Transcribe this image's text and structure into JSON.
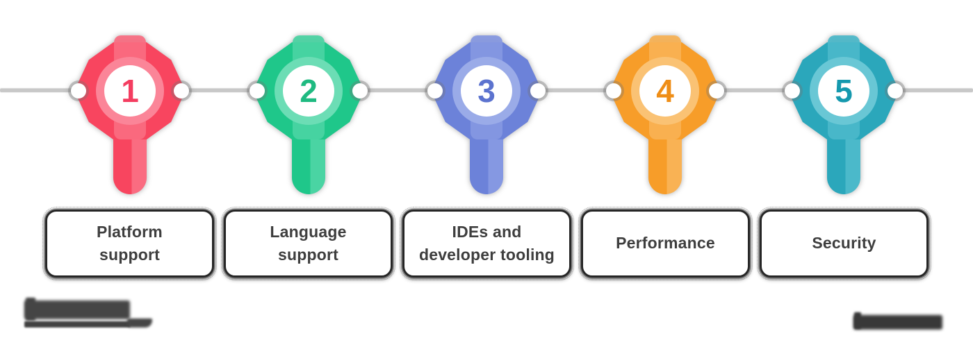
{
  "diagram": {
    "type": "timeline-steps",
    "line_color": "#c8c8c8",
    "dot_color": "#ffffff",
    "card_style": {
      "background": "#ffffff",
      "border_color": "#262626",
      "text_color": "#3e3e3e"
    },
    "steps": [
      {
        "number": "1",
        "label": "Platform\nsupport",
        "color": "#F8455F",
        "color_light": "#FA6C81",
        "color_ring": "#FB8598",
        "number_color": "#F43D60"
      },
      {
        "number": "2",
        "label": "Language\nsupport",
        "color": "#1FC78A",
        "color_light": "#4AD4A3",
        "color_ring": "#6CDDB5",
        "number_color": "#1FBA81"
      },
      {
        "number": "3",
        "label": "IDEs and\ndeveloper tooling",
        "color": "#6C82D9",
        "color_light": "#8598E2",
        "color_ring": "#9AABE8",
        "number_color": "#5C73CF"
      },
      {
        "number": "4",
        "label": "Performance",
        "color": "#F79D29",
        "color_light": "#F9B254",
        "color_ring": "#FAC274",
        "number_color": "#EF8E17"
      },
      {
        "number": "5",
        "label": "Security",
        "color": "#2BA7BB",
        "color_light": "#4BB9CA",
        "color_ring": "#69C7D5",
        "number_color": "#1599AE"
      }
    ],
    "marker_centers_x": [
      187,
      444,
      700,
      957,
      1214
    ],
    "footer": {
      "left_logo_icon": "blurred-publisher-logo-icon",
      "right_logo_icon": "blurred-site-watermark-icon"
    }
  }
}
